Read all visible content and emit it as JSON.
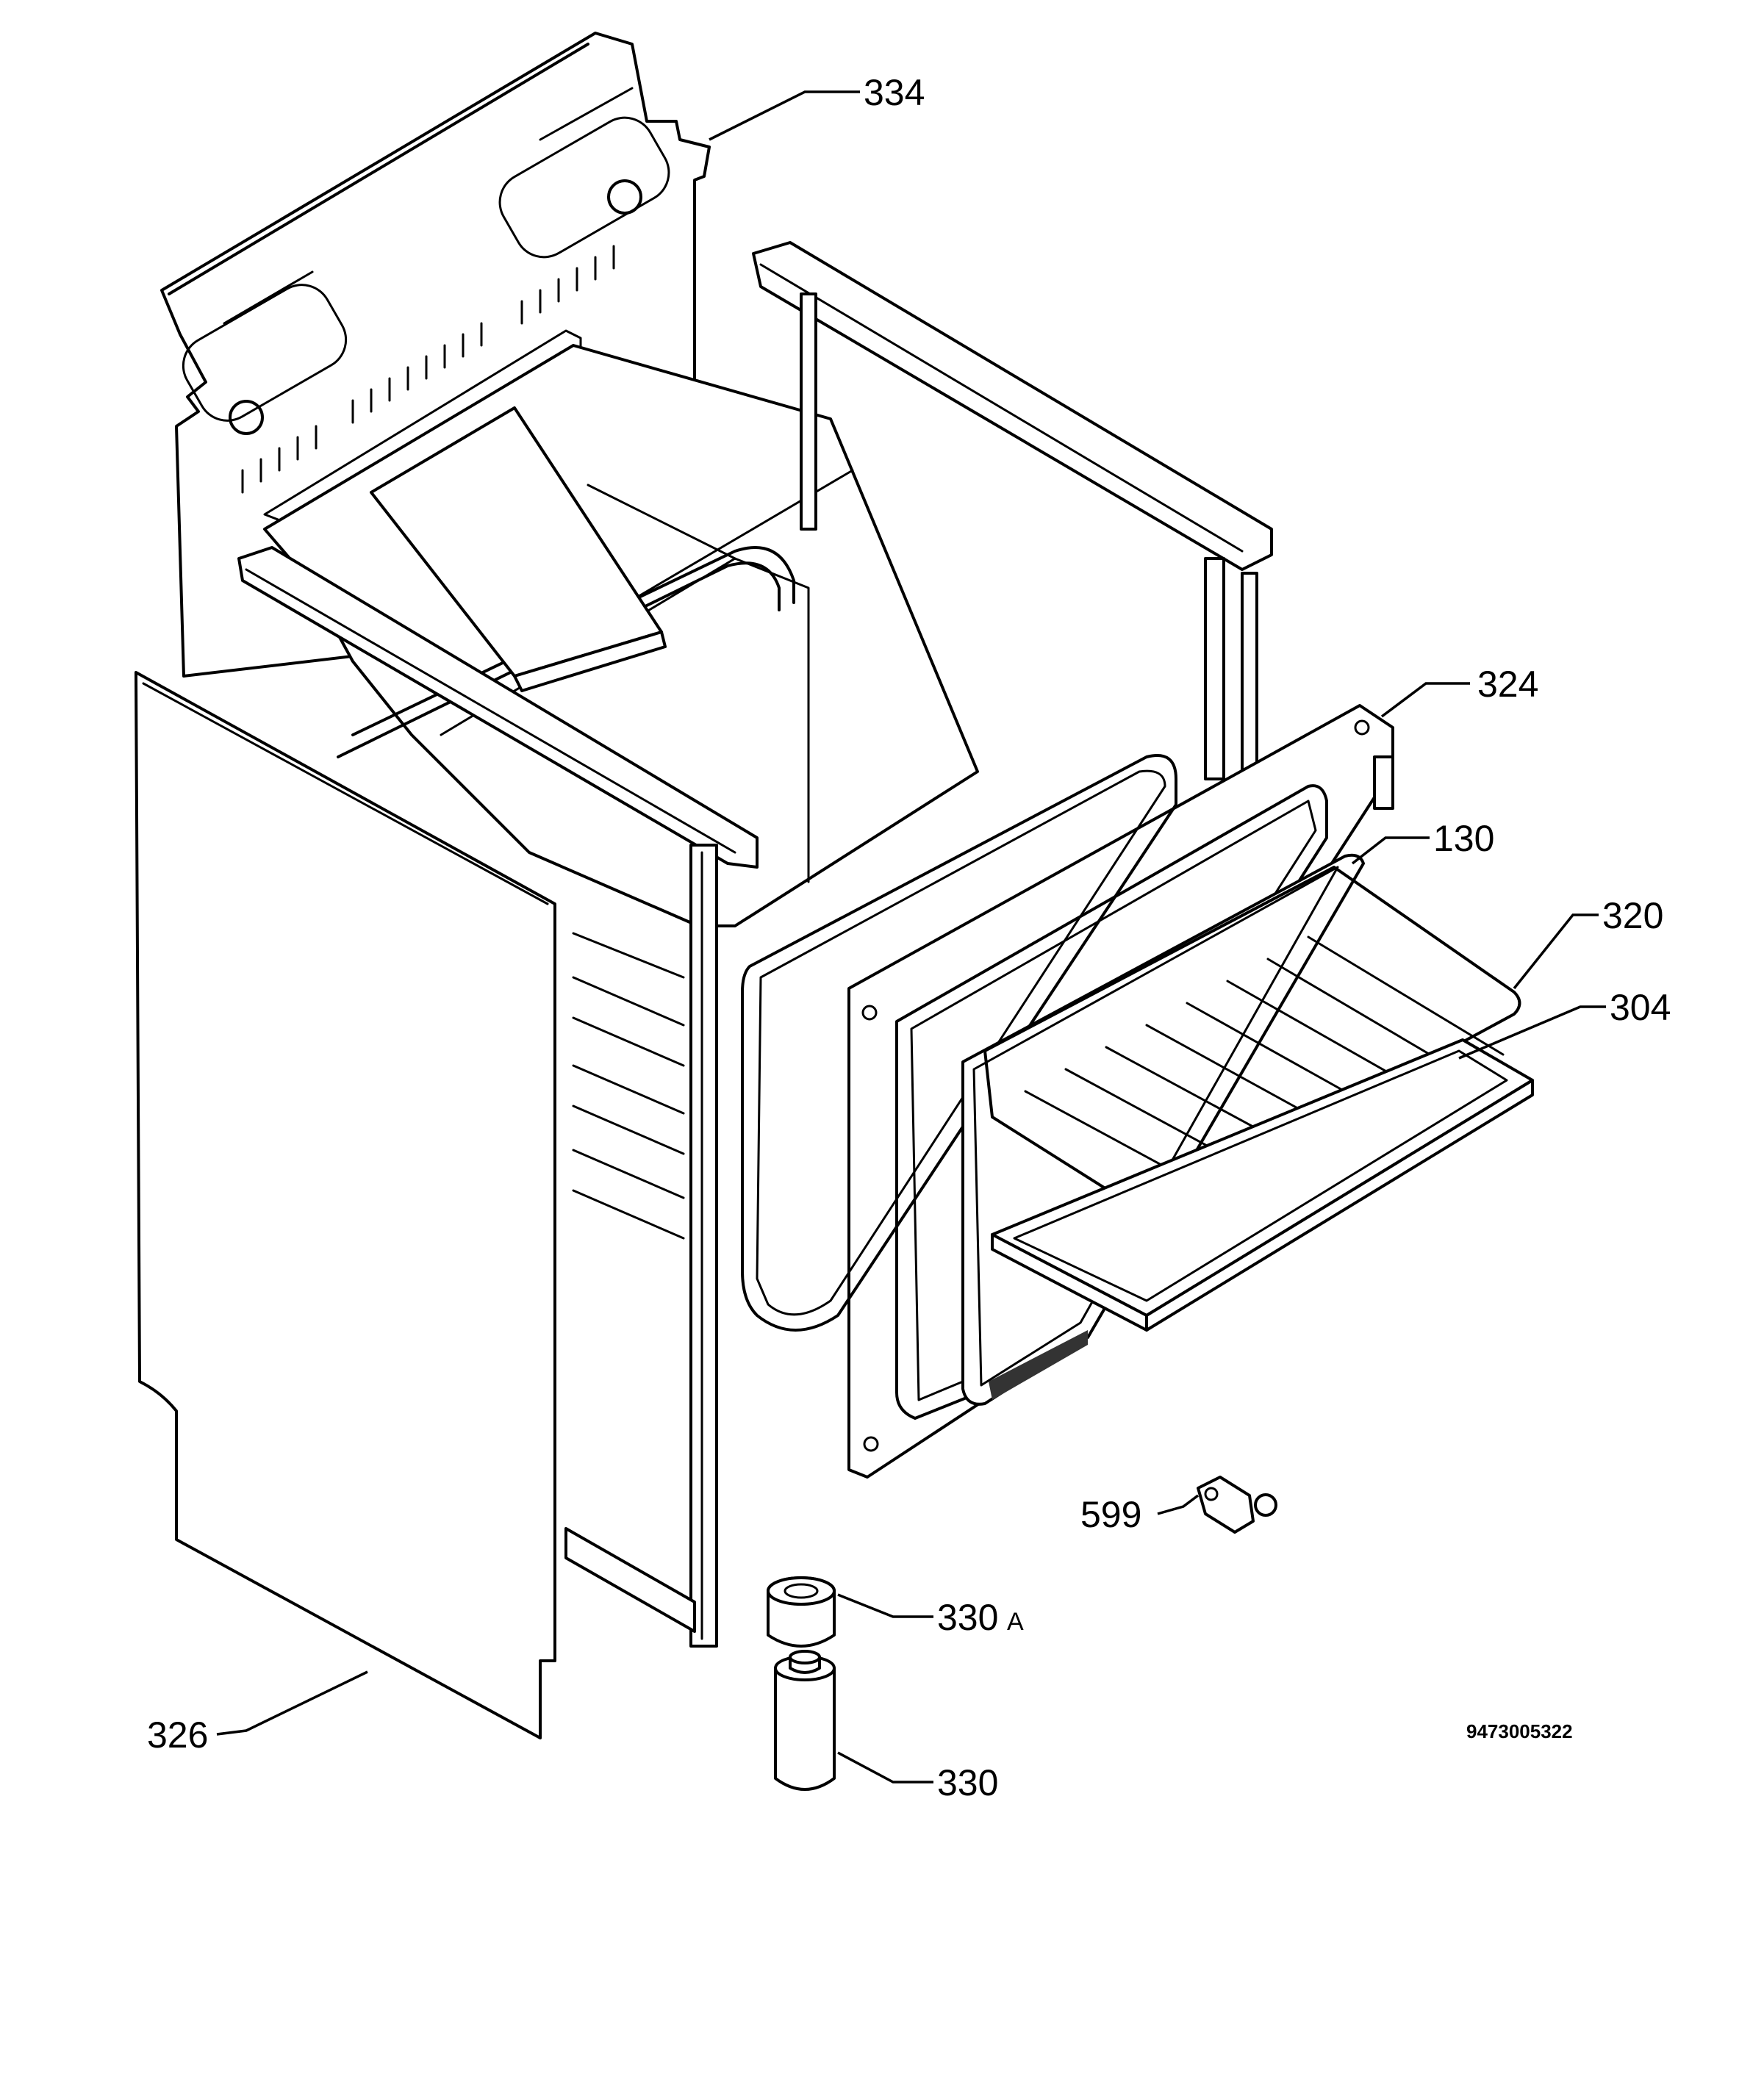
{
  "callouts": {
    "c334": "334",
    "c324": "324",
    "c130": "130",
    "c320": "320",
    "c304": "304",
    "c599": "599",
    "c330a_num": "330",
    "c330a_suffix": "A",
    "c330": "330",
    "c326": "326"
  },
  "document_number": "9473005322"
}
